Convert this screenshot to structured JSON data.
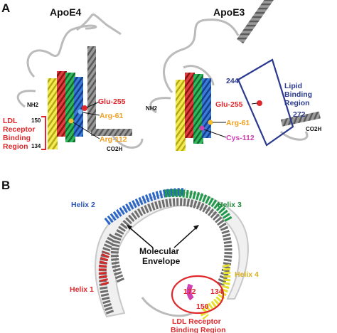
{
  "panelA": {
    "letter": "A",
    "left": {
      "title": "ApoE4",
      "nh2": "NH2",
      "co2h": "CO2H",
      "num150": "150",
      "num134": "134",
      "ldl_l1": "LDL",
      "ldl_l2": "Receptor",
      "ldl_l3": "Binding",
      "ldl_l4": "Region",
      "glu": "Glu-255",
      "arg61": "Arg-61",
      "arg112": "Arg-112"
    },
    "right": {
      "title": "ApoE3",
      "nh2": "NH2",
      "co2h": "CO2H",
      "num244": "244",
      "num272": "272",
      "lipid_l1": "Lipid",
      "lipid_l2": "Binding",
      "lipid_l3": "Region",
      "glu": "Glu-255",
      "arg61": "Arg-61",
      "cys112": "Cys-112"
    }
  },
  "panelB": {
    "letter": "B",
    "helix1": "Helix 1",
    "helix2": "Helix 2",
    "helix3": "Helix 3",
    "helix4": "Helix 4",
    "envelope_l1": "Molecular",
    "envelope_l2": "Envelope",
    "num172": "172",
    "num134": "134",
    "num150": "150",
    "ldl_l1": "LDL Receptor",
    "ldl_l2": "Binding Region"
  },
  "colors": {
    "red": "#e0282c",
    "blue": "#2b3a8f",
    "orange": "#f0a020",
    "magenta": "#d040b0",
    "helix_yellow": "#e8e030",
    "helix_blue": "#1f5fc0",
    "helix_green": "#1f9a4a",
    "helix_red": "#c82828",
    "helix_gray": "#707070"
  }
}
